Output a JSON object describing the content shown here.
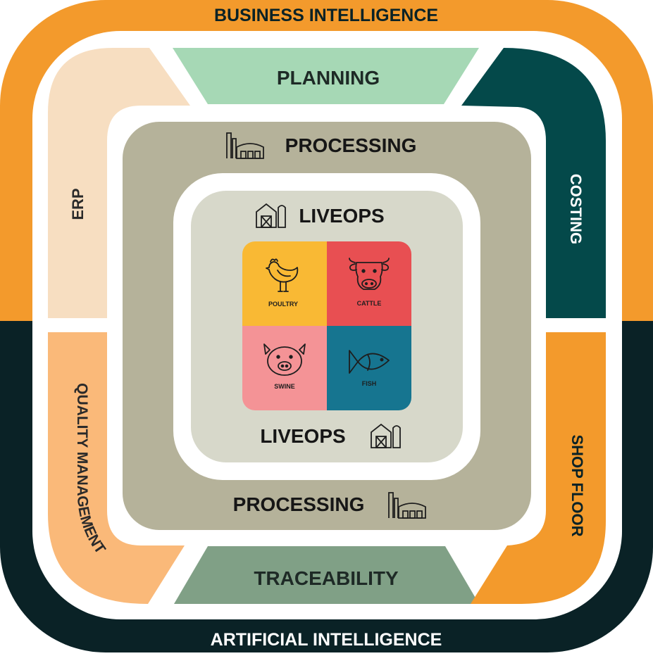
{
  "outer_ring": {
    "top_label": "BUSINESS INTELLIGENCE",
    "bottom_label": "ARTIFICIAL INTELLIGENCE",
    "top_color": "#F39A2C",
    "bottom_color": "#0A2226"
  },
  "middle_ring": {
    "planning": "PLANNING",
    "traceability": "TRACEABILITY",
    "erp": "ERP",
    "costing": "COSTING",
    "quality_management": "QUALITY MANAGEMENT",
    "shop_floor": "SHOP FLOOR",
    "planning_color": "#A6D8B5",
    "traceability_color": "#80A086",
    "erp_color": "#F7DEC1",
    "costing_color": "#04494A",
    "quality_color": "#FAB979",
    "shop_floor_color": "#F39A2C"
  },
  "processing_ring": {
    "top_label": "PROCESSING",
    "bottom_label": "PROCESSING",
    "color": "#B5B29A",
    "icon": "factory-icon"
  },
  "liveops_box": {
    "top_label": "LIVEOPS",
    "bottom_label": "LIVEOPS",
    "color": "#D7D8CA",
    "icon": "barn-icon"
  },
  "species": {
    "poultry": {
      "label": "POULTRY",
      "color": "#F9B934",
      "icon": "chicken-icon"
    },
    "cattle": {
      "label": "CATTLE",
      "color": "#E84F52",
      "icon": "cow-icon"
    },
    "swine": {
      "label": "SWINE",
      "color": "#F49396",
      "icon": "pig-icon"
    },
    "fish": {
      "label": "FISH",
      "color": "#167590",
      "icon": "fish-icon"
    }
  }
}
